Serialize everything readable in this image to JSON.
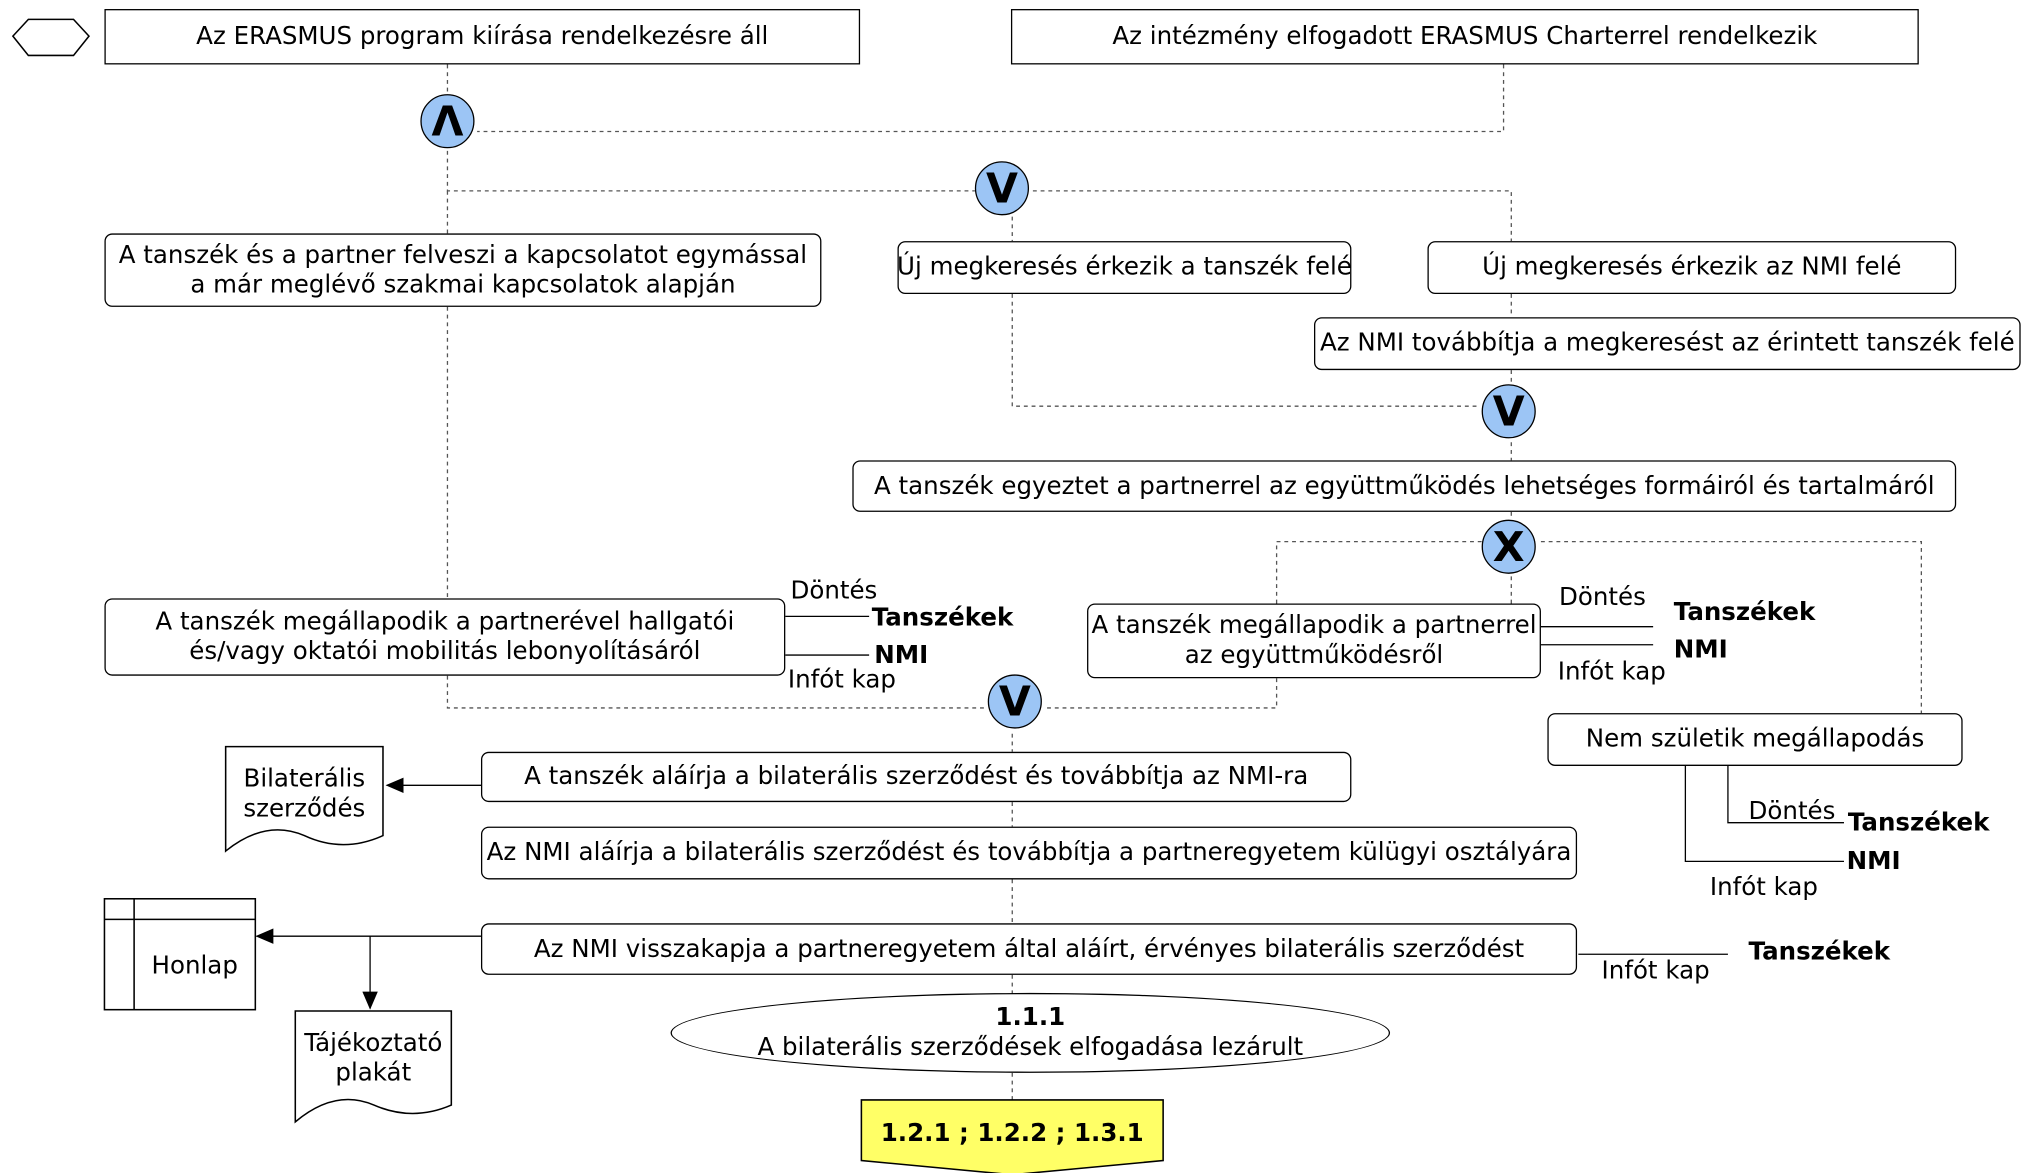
{
  "events": {
    "start_1": "Az ERASMUS program kiírása  rendelkezésre áll",
    "start_2": "Az intézmény elfogadott ERASMUS Charterrel rendelkezik",
    "end_id": "1.1.1",
    "end_text": "A bilaterális szerződések elfogadása lezárult"
  },
  "gateways": {
    "and": "Λ",
    "or": "V",
    "xor": "X"
  },
  "tasks": {
    "contact_line1": "A tanszék és a partner felveszi a kapcsolatot egymással",
    "contact_line2": "a már meglévő szakmai kapcsolatok alapján",
    "new_dept": "Új megkeresés érkezik a tanszék felé",
    "new_nmi": "Új megkeresés érkezik az NMI felé",
    "forward": "Az NMI továbbítja a megkeresést  az érintett tanszék felé",
    "coordinate": "A tanszék egyeztet a partnerrel az együttműködés lehetséges formáiról és tartalmáról",
    "agree_mob_line1": "A tanszék megállapodik a partnerével hallgatói",
    "agree_mob_line2": "és/vagy oktatói mobilitás lebonyolításáról",
    "agree_coop_line1": "A tanszék megállapodik a partnerrel",
    "agree_coop_line2": "az együttműködésről",
    "no_agreement": "Nem születik megállapodás",
    "sign_dept": "A tanszék aláírja a bilaterális szerződést és továbbítja az NMI-ra",
    "sign_nmi": "Az NMI aláírja a bilaterális szerződést és továbbítja a partneregyetem külügyi osztályára",
    "receive_back": "Az NMI visszakapja a partneregyetem által aláírt, érvényes bilaterális szerződést"
  },
  "roles": {
    "decision": "Döntés",
    "info": "Infót kap",
    "departments": "Tanszékek",
    "nmi": "NMI"
  },
  "documents": {
    "bilateral_line1": "Bilaterális",
    "bilateral_line2": "szerződés",
    "poster_line1": "Tájékoztató",
    "poster_line2": "plakát",
    "homepage": "Honlap"
  },
  "next_processes": "1.2.1 ; 1.2.2 ; 1.3.1",
  "colors": {
    "gateway": "#9cc5f5",
    "next_process": "#ffff66"
  }
}
